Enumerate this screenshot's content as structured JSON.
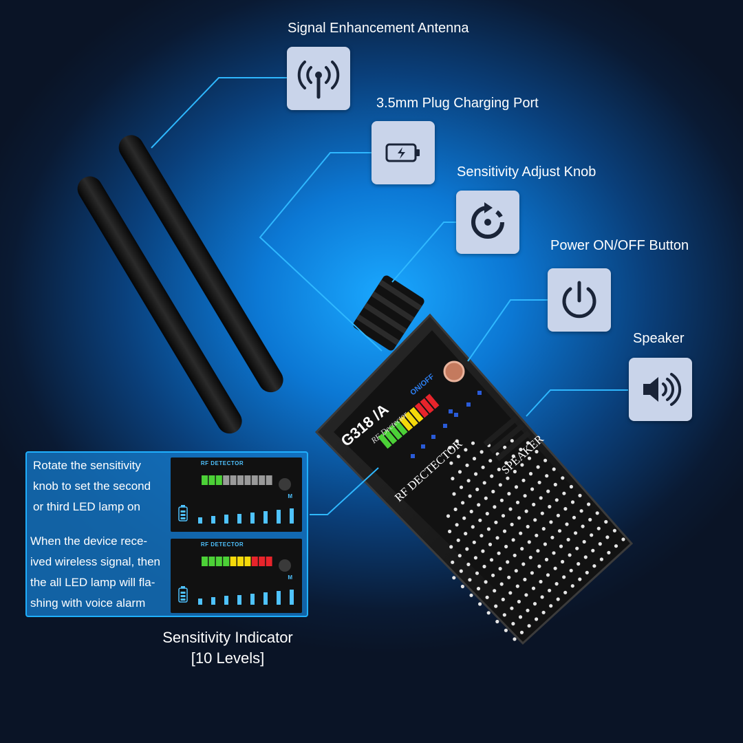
{
  "features": {
    "antenna": {
      "label": "Signal Enhancement Antenna",
      "icon": "antenna-signal-icon"
    },
    "charging": {
      "label": "3.5mm Plug Charging Port",
      "icon": "battery-charging-icon"
    },
    "knob": {
      "label": "Sensitivity Adjust Knob",
      "icon": "rotate-adjust-icon"
    },
    "power": {
      "label": "Power ON/OFF Button",
      "icon": "power-icon"
    },
    "speaker": {
      "label": "Speaker",
      "icon": "speaker-volume-icon"
    }
  },
  "device": {
    "model": "G318",
    "model_suffix": "/A",
    "subtitle": "RF Dectector",
    "onoff": "ON/OFF",
    "main_label": "RF DECTECTOR",
    "speaker_label": "SPEAKER"
  },
  "panel": {
    "text_top": [
      "Rotate the sensitivity",
      "knob to set the second",
      "or third LED lamp on"
    ],
    "text_bottom": [
      "When the device rece-",
      "ived wireless signal, then",
      "the all LED lamp will fla-",
      "shing with voice alarm"
    ],
    "display_title": "RF DETECTOR",
    "display_mark": "M",
    "top_display_lit": 3,
    "bottom_display_lit": 10
  },
  "caption": {
    "line1": "Sensitivity Indicator",
    "line2": "[10 Levels]"
  },
  "colors": {
    "icon_box": "#c9d4ea",
    "icon_stroke": "#1a2438",
    "callout_line": "#2fb8ff",
    "led_green": "#4cd137",
    "led_yellow": "#f5d90a",
    "led_red": "#e8242b",
    "led_off": "#9a9a9a"
  }
}
